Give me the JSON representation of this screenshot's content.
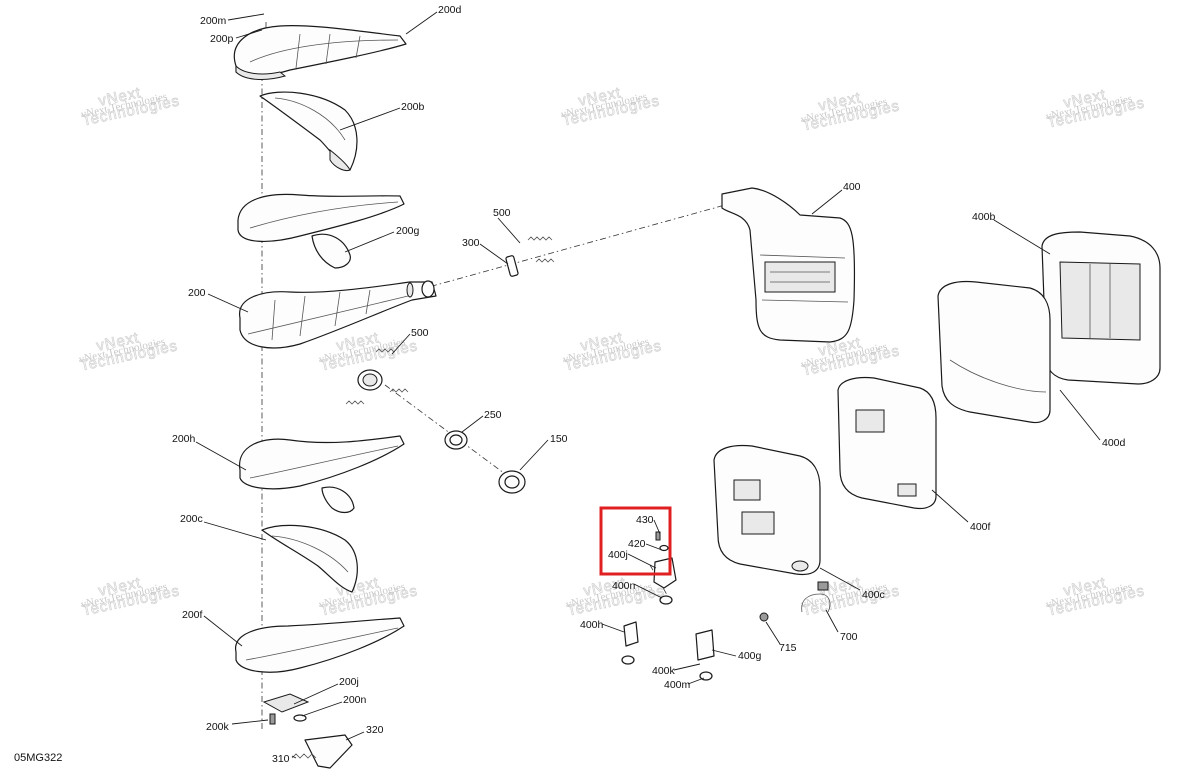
{
  "document_id": "05MG322",
  "watermark": {
    "line1": "vNext",
    "line2": "Technologies",
    "brand": "vNext Technologies"
  },
  "callouts": [
    "200m",
    "200p",
    "200d",
    "200b",
    "200g",
    "200",
    "200h",
    "200c",
    "200f",
    "200j",
    "200n",
    "200k",
    "310",
    "320",
    "500",
    "300",
    "250",
    "150",
    "400",
    "400b",
    "400d",
    "400f",
    "400c",
    "700",
    "715",
    "430",
    "420",
    "400j",
    "400n",
    "400h",
    "400g",
    "400k",
    "400m"
  ],
  "highlight": {
    "color": "#e02020",
    "parts": [
      "430",
      "420",
      "400j"
    ]
  },
  "colors": {
    "line": "#1a1a1a",
    "watermark": "#c9c9c9"
  }
}
